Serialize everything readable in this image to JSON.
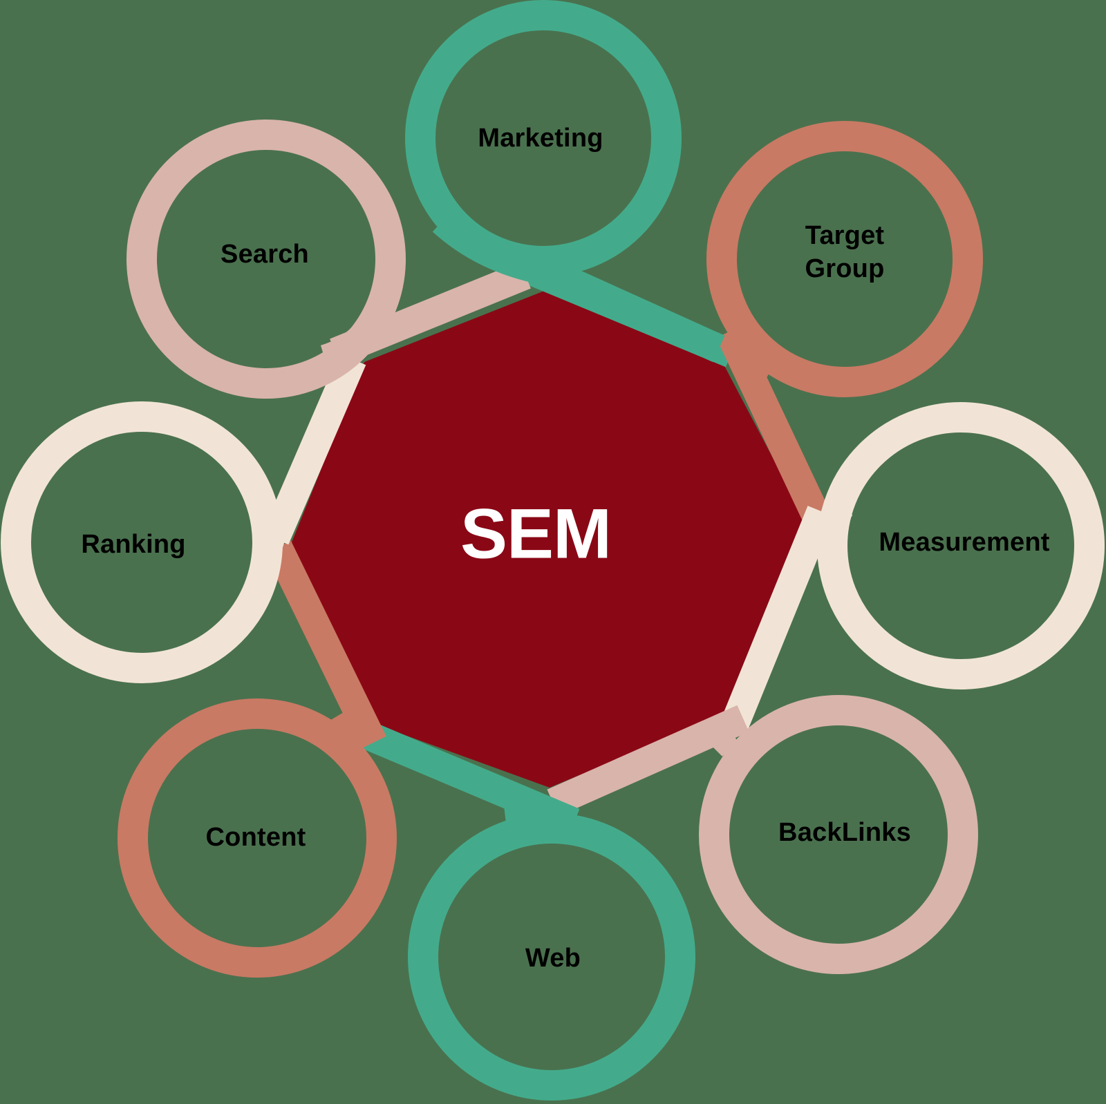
{
  "diagram": {
    "title": "SEM",
    "center": {
      "label": "SEM",
      "color": "#8a0816",
      "text_color": "#ffffff"
    },
    "background_color": "#4a714e",
    "nodes": [
      {
        "id": "marketing",
        "label": "Marketing",
        "color": "#43ab8b"
      },
      {
        "id": "target-group",
        "label": "Target\nGroup",
        "color": "#c97a64"
      },
      {
        "id": "measurement",
        "label": "Measurement",
        "color": "#f1e4d6"
      },
      {
        "id": "backlinks",
        "label": "BackLinks",
        "color": "#d9b4aa"
      },
      {
        "id": "web",
        "label": "Web",
        "color": "#43ab8b"
      },
      {
        "id": "content",
        "label": "Content",
        "color": "#c97a64"
      },
      {
        "id": "ranking",
        "label": "Ranking",
        "color": "#f1e4d6"
      },
      {
        "id": "search",
        "label": "Search",
        "color": "#d9b4aa"
      }
    ]
  }
}
